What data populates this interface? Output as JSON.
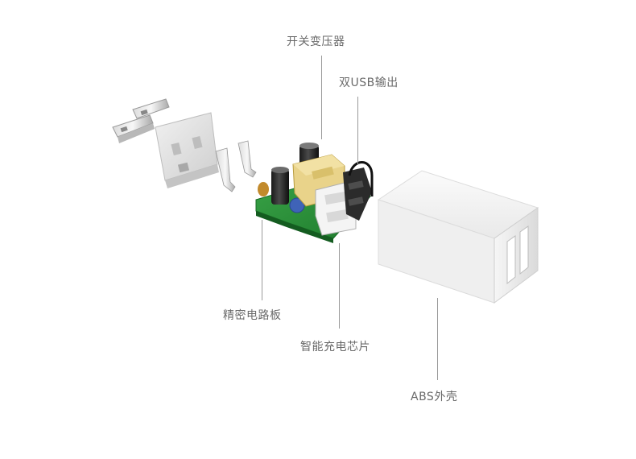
{
  "labels": {
    "switching_transformer": "开关变压器",
    "dual_usb_output": "双USB输出",
    "precision_pcb": "精密电路板",
    "smart_charging_chip": "智能充电芯片",
    "abs_shell": "ABS外壳"
  }
}
